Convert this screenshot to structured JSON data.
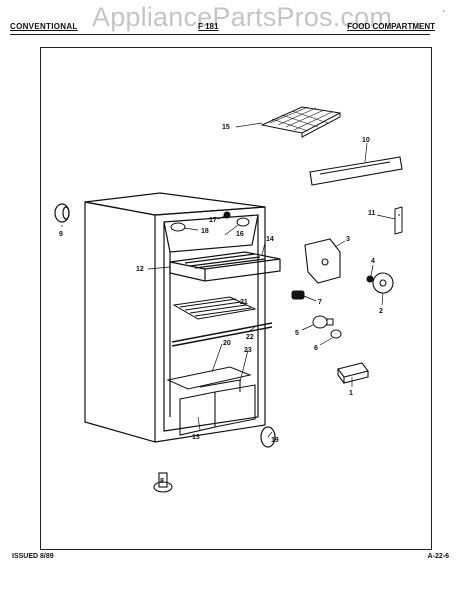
{
  "header": {
    "watermark": "AppliancePartsPros.com",
    "left_title": "CONVENTIONAL",
    "mid_title": "F 181",
    "right_title": "FOOD COMPARTMENT"
  },
  "callouts": {
    "c1": "1",
    "c2": "2",
    "c3": "3",
    "c4": "4",
    "c5": "5",
    "c6": "6",
    "c7": "7",
    "c8": "8",
    "c9": "9",
    "c10": "10",
    "c11": "11",
    "c12": "12",
    "c13": "13",
    "c14": "14",
    "c15": "15",
    "c16": "16",
    "c17": "17",
    "c18": "18",
    "c19": "19",
    "c20": "20",
    "c21": "21",
    "c22": "22",
    "c23": "23"
  },
  "footer": {
    "issued": "ISSUED 8/89",
    "page_code": "A-22-6"
  }
}
